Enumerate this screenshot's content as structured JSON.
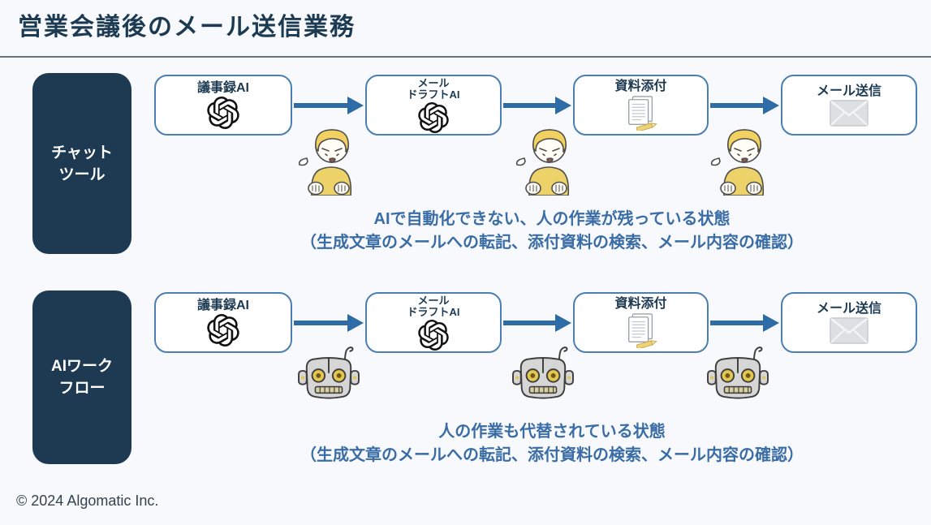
{
  "title": "営業会議後のメール送信業務",
  "footer": "© 2024 Algomatic Inc.",
  "steps": [
    {
      "lines": [
        "議事録AI"
      ],
      "icon": "openai-logo"
    },
    {
      "lines": [
        "メール",
        "ドラフトAI"
      ],
      "icon": "openai-logo"
    },
    {
      "lines": [
        "資料添付"
      ],
      "icon": "document"
    },
    {
      "lines": [
        "メール送信"
      ],
      "icon": "envelope"
    }
  ],
  "lanes": [
    {
      "label_lines": [
        "チャット",
        "ツール"
      ],
      "illustration": "crying-person",
      "caption_lines": [
        "AIで自動化できない、人の作業が残っている状態",
        "（生成文章のメールへの転記、添付資料の検索、メール内容の確認）"
      ]
    },
    {
      "label_lines": [
        "AIワーク",
        "フロー"
      ],
      "illustration": "robot",
      "caption_lines": [
        "人の作業も代替されている状態",
        "（生成文章のメールへの転記、添付資料の検索、メール内容の確認）"
      ]
    }
  ],
  "colors": {
    "navy": "#1d3a52",
    "arrow_blue": "#2e6ca5",
    "caption_blue": "#3a6ca6",
    "box_border": "#4b7fb1",
    "background": "#f7f9fc"
  }
}
